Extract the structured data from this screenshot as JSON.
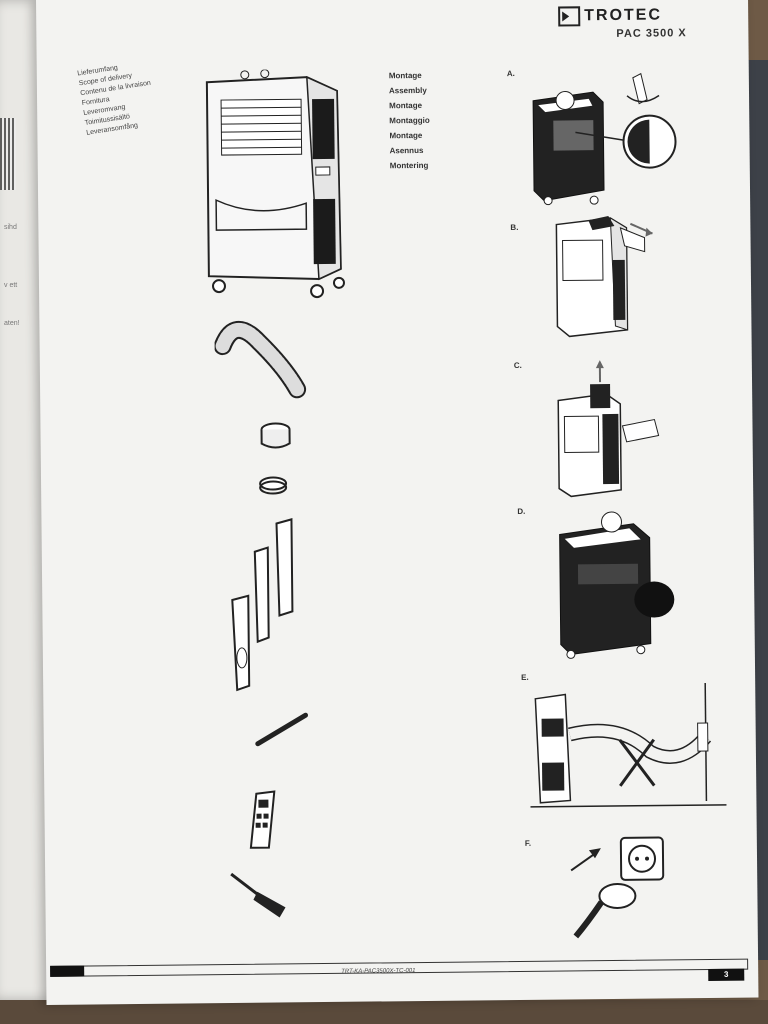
{
  "header": {
    "brand": "TROTEC",
    "model": "PAC 3500 X"
  },
  "left_page": {
    "snippets": [
      "sihd",
      "v  ett",
      "aten!"
    ]
  },
  "scope_of_delivery": [
    "Lieferumfang",
    "Scope of delivery",
    "Contenu de la livraison",
    "Fornitura",
    "Leveromvang",
    "Toimitussisältö",
    "Leveransomfång"
  ],
  "assembly_labels": [
    "Montage",
    "Assembly",
    "Montage",
    "Montaggio",
    "Montage",
    "Asennus",
    "Montering"
  ],
  "steps": [
    "A.",
    "B.",
    "C.",
    "D.",
    "E.",
    "F."
  ],
  "footer": {
    "doc_code": "TRT-KA-PAC3500X-TC-001",
    "page_number": "3"
  }
}
